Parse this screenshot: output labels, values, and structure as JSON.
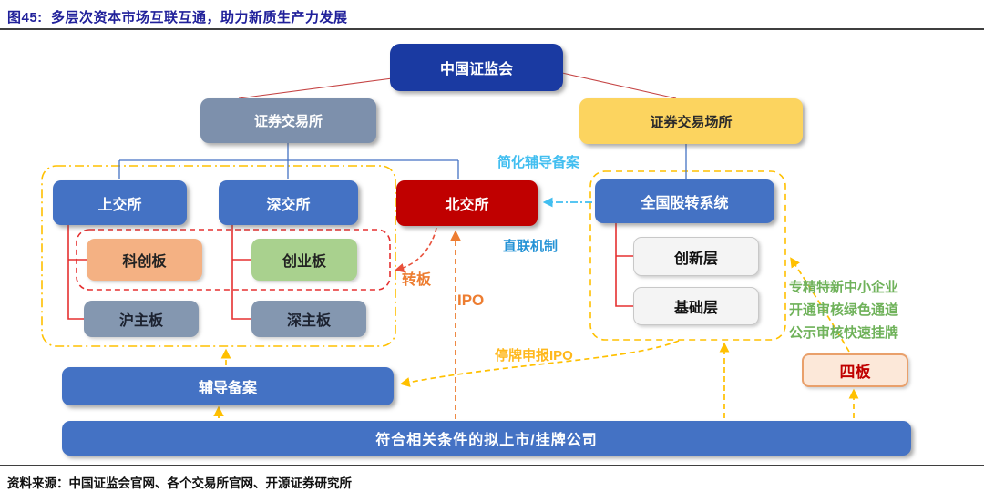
{
  "title": "图45:  多层次资本市场互联互通，助力新质生产力发展",
  "source": "资料来源：中国证监会官网、各个交易所官网、开源证券研究所",
  "nodes": {
    "csrc": "中国证监会",
    "exchanges": "证券交易所",
    "venues": "证券交易场所",
    "sse": "上交所",
    "szse": "深交所",
    "bse": "北交所",
    "neeq": "全国股转系统",
    "star_board": "科创板",
    "chinext_board": "创业板",
    "sh_main_board": "沪主板",
    "sz_main_board": "深主板",
    "innovation_tier": "创新层",
    "base_tier": "基础层",
    "guidance_filing": "辅导备案",
    "companies": "符合相关条件的拟上市/挂牌公司",
    "fourth_board": "四板"
  },
  "edge_labels": {
    "simplified_guidance_filing": "简化辅导备案",
    "direct_link_mechanism": "直联机制",
    "board_transfer": "转板",
    "ipo": "IPO",
    "suspend_and_apply_ipo": "停牌申报IPO",
    "green_channel_lines": [
      "专精特新中小企业",
      "开通审核绿色通道",
      "公示审核快速挂牌"
    ]
  },
  "colors": {
    "title_navy": "#20209A",
    "csrc_blue": "#1A3AA2",
    "exchange_gray_blue": "#7D90AC",
    "venue_yellow": "#FCD45F",
    "primary_blue": "#4472C4",
    "bse_red": "#C00000",
    "star_orange": "#F4B183",
    "chinext_green": "#A9D18E",
    "main_board_gray": "#8497B0",
    "tier_gray": "#F4F4F4",
    "fourth_board_fill": "#FCE8D9",
    "dash_yellow": "#FFC000",
    "dash_orange": "#ED7D31",
    "dash_light_blue": "#41BEF0",
    "line_red": "#E53030",
    "note_green": "#6FB25A"
  }
}
